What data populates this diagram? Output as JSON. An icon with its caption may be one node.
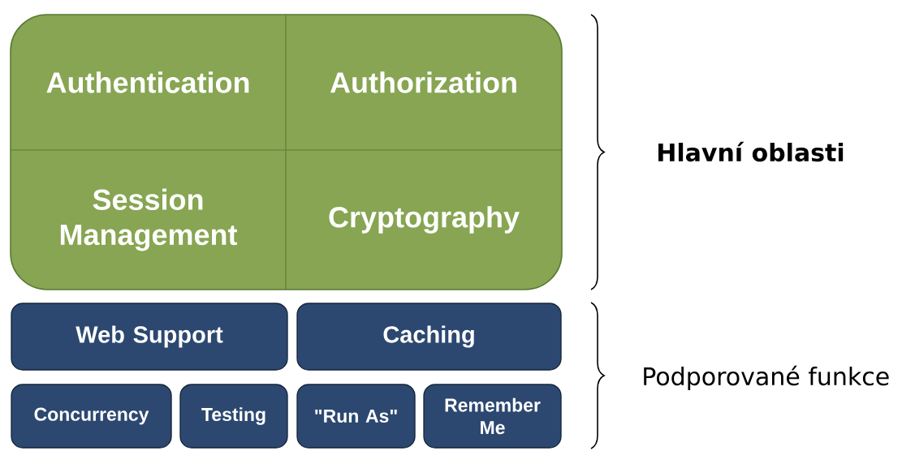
{
  "diagram": {
    "nodes": [
      {
        "text": [],
        "shape": "box"
      },
      {
        "text": [
          "Authentication"
        ],
        "in": 0
      },
      {
        "text": [
          "Authorization"
        ],
        "in": 0
      },
      {
        "text": [
          "Session Management"
        ],
        "in": 0
      },
      {
        "text": [
          "Cryptography"
        ],
        "in": 0
      },
      {
        "text": [
          "Web Support"
        ]
      },
      {
        "text": [
          "Caching"
        ]
      },
      {
        "text": [
          "Concurrency"
        ]
      },
      {
        "text": [
          "Testing"
        ]
      },
      {
        "text": [
          "\"Run As\""
        ]
      },
      {
        "text": [
          "Remember Me"
        ]
      }
    ],
    "edges": [],
    "labels": [
      "Hlavní oblasti",
      "Podporované funkce"
    ]
  }
}
